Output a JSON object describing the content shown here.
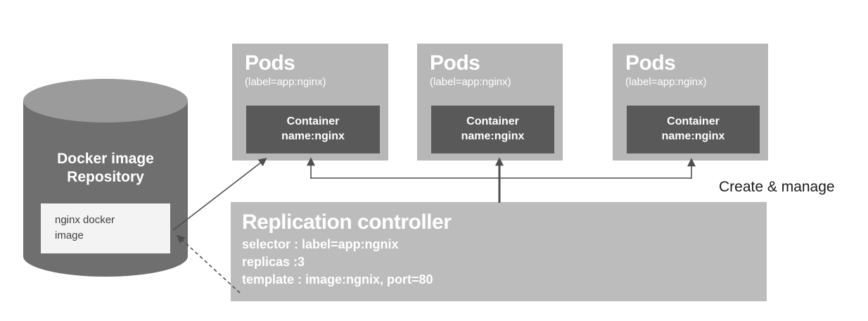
{
  "repository": {
    "label": "Docker image Repository",
    "item_label": "nginx docker image"
  },
  "pods": [
    {
      "title": "Pods",
      "subtitle": "(label=app:nginx)",
      "container": {
        "line1": "Container",
        "line2": "name:nginx"
      }
    },
    {
      "title": "Pods",
      "subtitle": "(label=app:nginx)",
      "container": {
        "line1": "Container",
        "line2": "name:nginx"
      }
    },
    {
      "title": "Pods",
      "subtitle": "(label=app:nginx)",
      "container": {
        "line1": "Container",
        "line2": "name:nginx"
      }
    }
  ],
  "controller": {
    "title": "Replication controller",
    "selector_line": "selector : label=app:ngnix",
    "replicas_line": "replicas :3",
    "template_line": "template : image:ngnix, port=80"
  },
  "annotation": {
    "create_manage": "Create & manage"
  },
  "colors": {
    "pod_box_gray": "#b7b7b7",
    "controller_gray": "#bcbcbc",
    "container_dark": "#595959",
    "cylinder_body": "#6f6f6f",
    "cylinder_top": "#9b9b9b",
    "item_box_white": "#f3f3f3",
    "arrow_gray": "#4f4f4f",
    "text_light": "#ffffff",
    "text_dark": "#1b1b1b"
  }
}
